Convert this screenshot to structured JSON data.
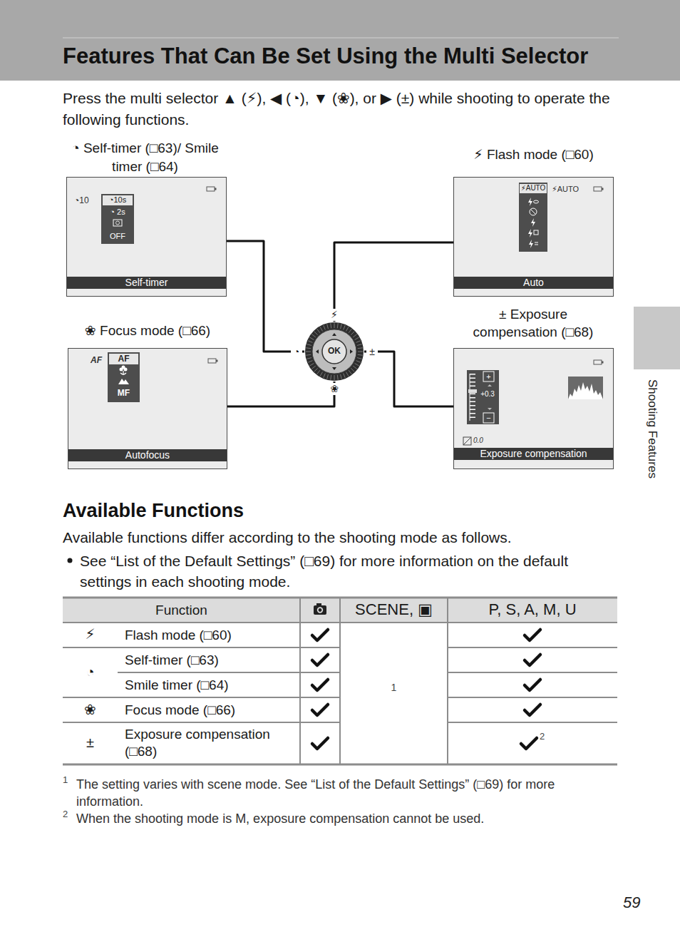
{
  "diagram": {
    "title": "Features That Can Be Set Using the Multi Selector",
    "nodes": [
      {
        "text": [
          "◔ Self-timer (□63)/ Smile timer (□64)"
        ]
      },
      {
        "text": [
          "◔10s",
          "◔ 2s",
          "OFF"
        ],
        "in": 0
      },
      {
        "text": [
          "Self-timer"
        ],
        "in": 0
      },
      {
        "text": [
          "⚡ Flash mode (□60)"
        ]
      },
      {
        "text": [
          "⚡AUTO"
        ],
        "in": 3
      },
      {
        "text": [
          "Auto"
        ],
        "in": 3
      },
      {
        "text": [
          "❀ Focus mode (□66)"
        ]
      },
      {
        "text": [
          "AF",
          "MF"
        ],
        "in": 6
      },
      {
        "text": [
          "Autofocus"
        ],
        "in": 6
      },
      {
        "text": [
          "± Exposure compensation (□68)"
        ]
      },
      {
        "text": [
          "+",
          "+0.3",
          "−"
        ],
        "in": 9
      },
      {
        "text": [
          "Exposure compensation"
        ],
        "in": 9
      },
      {
        "text": [
          "OK"
        ]
      }
    ],
    "edges": [
      {
        "from": 12,
        "to": 0,
        "arrow": "none"
      },
      {
        "from": 12,
        "to": 3,
        "arrow": "none"
      },
      {
        "from": 12,
        "to": 6,
        "arrow": "none"
      },
      {
        "from": 12,
        "to": 9,
        "arrow": "none"
      }
    ],
    "labels": [
      "Available Functions",
      "Available functions differ according to the shooting mode as follows.",
      "See “List of the Default Settings” (□69) for more information on the default settings in each shooting mode.",
      "Press the multi selector ▲ (⚡), ◀ (◔), ▼ (❀), or ▶ (±) while shooting to operate the following functions.",
      "Function",
      "SCENE, ▣",
      "P, S, A, M, U",
      "⚡",
      "Flash mode (□60)",
      "◔",
      "Self-timer (□63)",
      "Smile timer (□64)",
      "❀",
      "Focus mode (□66)",
      "±",
      "Exposure compensation (□68)",
      "1",
      "2",
      "1",
      "The setting varies with scene mode. See “List of the Default Settings” (□69) for more information.",
      "2",
      "When the shooting mode is M, exposure compensation cannot be used.",
      "Shooting Features",
      "59",
      "◔10",
      "⚡AUTO",
      "AF",
      "0.0",
      "⚡",
      "◔",
      "❀",
      "±"
    ]
  }
}
